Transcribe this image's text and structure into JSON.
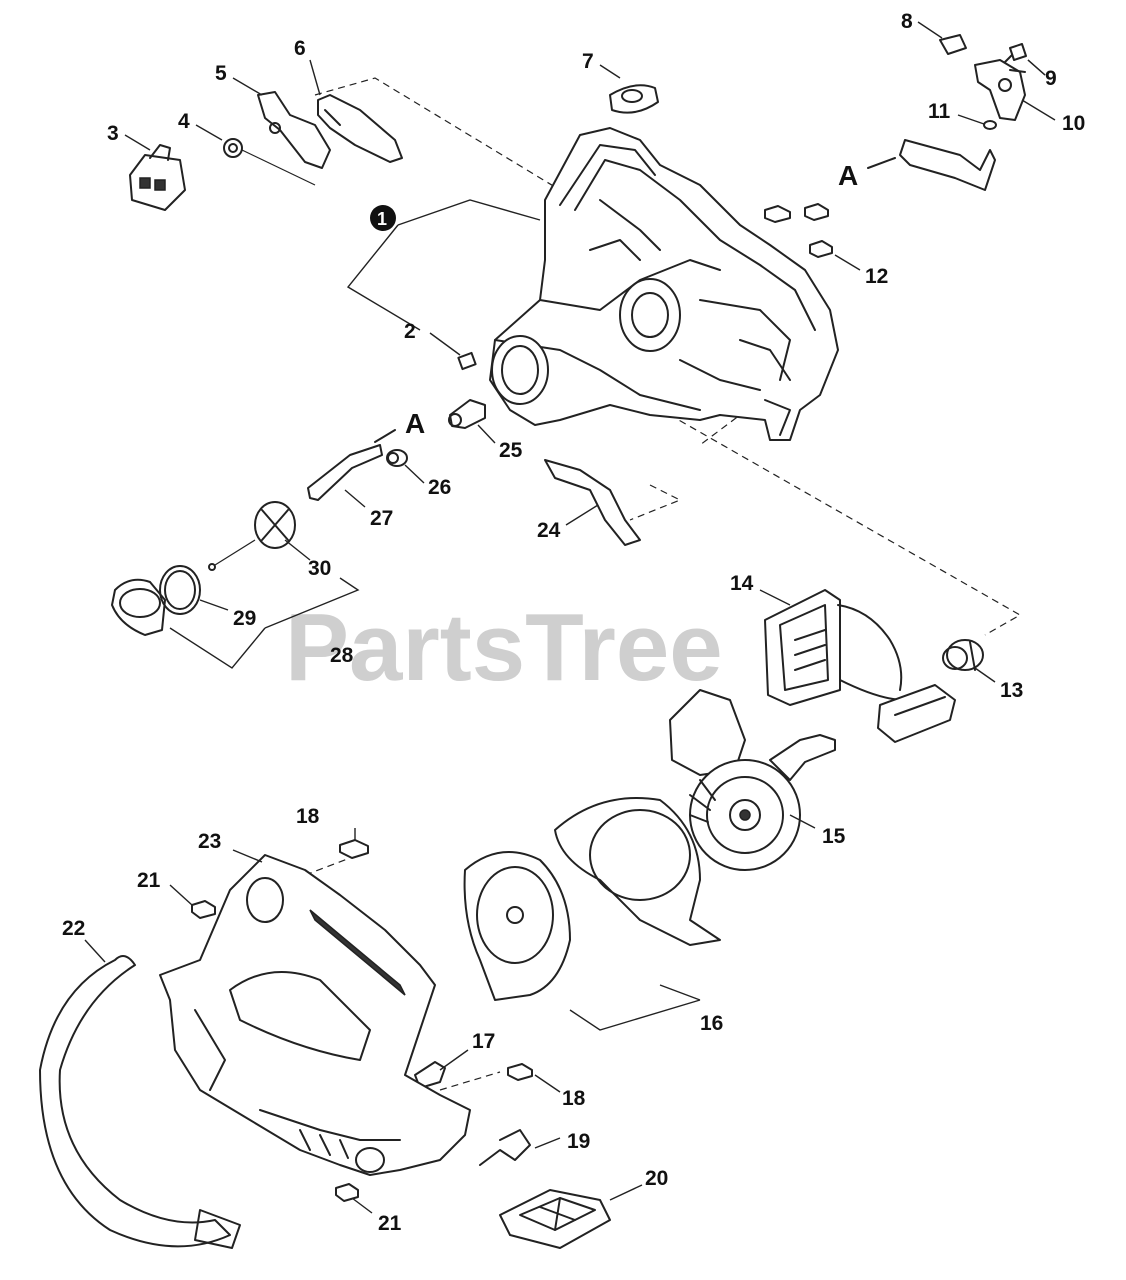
{
  "watermark": "PartsTree",
  "callouts": {
    "c1": "1",
    "c2": "2",
    "c3": "3",
    "c4": "4",
    "c5": "5",
    "c6": "6",
    "c7": "7",
    "c8": "8",
    "c9": "9",
    "c10": "10",
    "c11": "11",
    "c12": "12",
    "c13": "13",
    "c14": "14",
    "c15": "15",
    "c16": "16",
    "c17": "17",
    "c18a": "18",
    "c18b": "18",
    "c19": "19",
    "c20": "20",
    "c21a": "21",
    "c21b": "21",
    "c22": "22",
    "c23": "23",
    "c24": "24",
    "c25": "25",
    "c26": "26",
    "c27": "27",
    "c28": "28",
    "c29": "29",
    "c30": "30"
  },
  "connector_labels": {
    "a_top": "A",
    "a_left": "A"
  }
}
